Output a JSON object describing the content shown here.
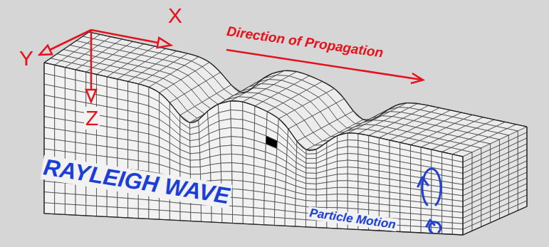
{
  "diagram": {
    "labels": [
      "X",
      "Y",
      "Z",
      "Direction of Propagation",
      "RAYLEIGH WAVE",
      "Particle Motion"
    ]
  }
}
